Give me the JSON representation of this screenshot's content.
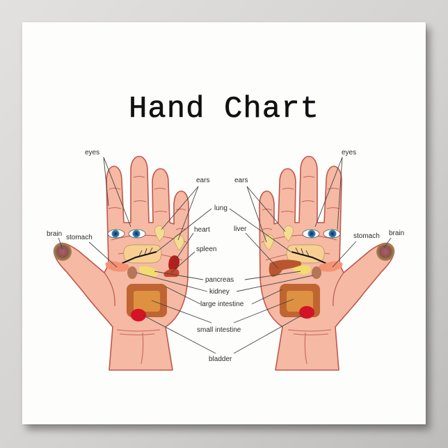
{
  "poster": {
    "title": "Hand Chart"
  },
  "colors": {
    "skin": "#F5B9A4",
    "outline": "#C0564A",
    "leader_line": "#444444",
    "eye_iris": "#2f7fb5",
    "ear": "#f4dc95",
    "lung": "#f7cf92",
    "heart": "#b3201b",
    "spleen": "#c8462d",
    "pancreas": "#f3dc6e",
    "kidney": "#b47656",
    "stomach": "#f59272",
    "large_intestine": "#bf6532",
    "small_intestine": "#de9140",
    "bladder": "#d41326",
    "liver": "#b9562f",
    "brain": "#8c5a4a"
  },
  "left_hand": {
    "labels": {
      "eyes": "eyes",
      "ears": "ears",
      "brain": "brain",
      "stomach": "stomach",
      "heart": "heart",
      "spleen": "spleen"
    }
  },
  "center": {
    "labels": {
      "lung": "lung",
      "pancreas": "pancreas",
      "kidney": "kidney",
      "large_intestine": "large intestine",
      "small_intestine": "small intestine",
      "bladder": "bladder"
    }
  },
  "right_hand": {
    "labels": {
      "eyes": "eyes",
      "ears": "ears",
      "liver": "liver",
      "stomach": "stomach",
      "brain": "brain"
    }
  }
}
